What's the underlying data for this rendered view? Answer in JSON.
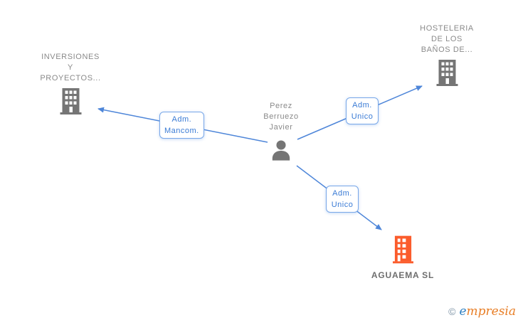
{
  "person": {
    "line1": "Perez",
    "line2": "Berruezo",
    "line3": "Javier"
  },
  "companies": {
    "inversiones": {
      "line1": "INVERSIONES",
      "line2": "Y",
      "line3": "PROYECTOS..."
    },
    "hosteleria": {
      "line1": "HOSTELERIA",
      "line2": "DE LOS",
      "line3": "BAÑOS DE..."
    },
    "aguaema": {
      "name": "AGUAEMA SL"
    }
  },
  "edges": {
    "adm_mancom": {
      "line1": "Adm.",
      "line2": "Mancom."
    },
    "adm_unico_top": {
      "line1": "Adm.",
      "line2": "Unico"
    },
    "adm_unico_bottom": {
      "line1": "Adm.",
      "line2": "Unico"
    }
  },
  "footer": {
    "copyright_symbol": "©",
    "brand_first_letter": "e",
    "brand_rest": "mpresia"
  },
  "colors": {
    "edge_blue": "#4e86d9",
    "label_border_blue": "#78a7e8",
    "label_text_blue": "#3a7bd5",
    "node_text_gray": "#8a8a8a",
    "icon_gray": "#757575",
    "highlight_orange": "#fb5c2c",
    "highlight_name_gray": "#6e6e6e",
    "brand_blue": "#2e7fc1",
    "brand_orange": "#e87e26",
    "copyright_gray": "#7d93a6"
  }
}
